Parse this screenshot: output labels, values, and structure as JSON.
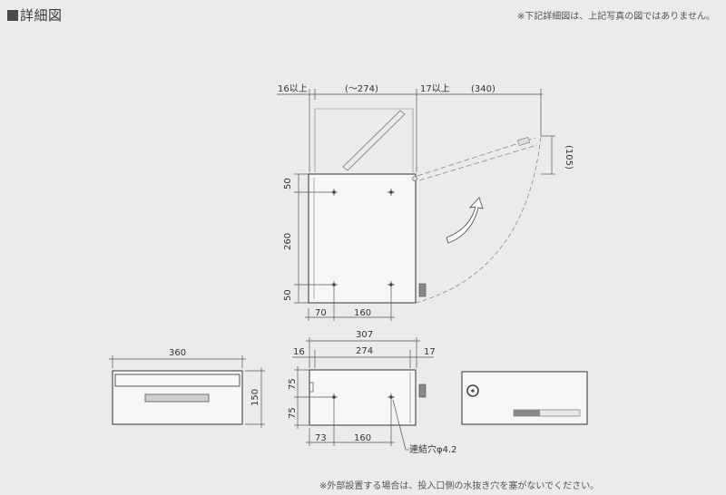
{
  "header": {
    "title": "詳細図"
  },
  "notes": {
    "top": "※下記詳細図は、上記写真の図ではありません。",
    "bottom": "※外部設置する場合は、投入口側の水抜き穴を塞がないでください。"
  },
  "top_view": {
    "dim_left_clear": "16以上",
    "dim_inner_width": "(～274)",
    "dim_right_clear": "17以上",
    "dim_door_swing": "(340)",
    "dim_door_height": "(105)",
    "dim_50_top": "50",
    "dim_260": "260",
    "dim_50_bottom": "50",
    "dim_70": "70",
    "dim_160": "160"
  },
  "front_view": {
    "dim_width": "360",
    "dim_height": "150"
  },
  "back_view": {
    "dim_307": "307",
    "dim_16": "16",
    "dim_274": "274",
    "dim_17": "17",
    "dim_75_top": "75",
    "dim_75_bottom": "75",
    "dim_73": "73",
    "dim_160": "160",
    "hole_label": "連結穴φ4.2"
  }
}
